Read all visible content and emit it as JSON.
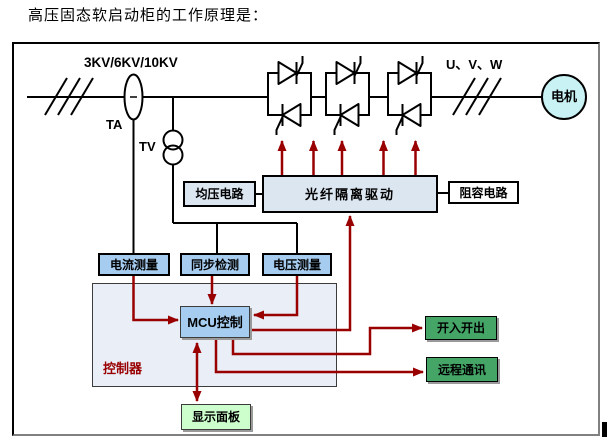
{
  "page": {
    "title": "高压固态软启动柜的工作原理是："
  },
  "diagram": {
    "labels": {
      "voltage_levels": "3KV/6KV/10KV",
      "current_transformer": "TA",
      "voltage_transformer": "TV",
      "phases": "U、V、W",
      "motor": "电机",
      "controller": "控制器"
    },
    "blocks": {
      "equalizing": "均压电路",
      "fiber_drive": "光纤隔离驱动",
      "rc_circuit": "阻容电路",
      "current_measure": "电流测量",
      "sync_detect": "同步检测",
      "voltage_measure": "电压测量",
      "mcu": "MCU控制",
      "digital_io": "开入开出",
      "remote_comm": "远程通讯",
      "display_panel": "显示面板"
    },
    "colors": {
      "arrow": "#990000",
      "line": "#000000",
      "block_blue": "#A6CDF0",
      "block_pale_blue": "#DCE6F1",
      "block_white": "#FFFFFF",
      "block_green": "#44A567",
      "block_light_green": "#CCFFCC",
      "motor_fill": "#C9F2F4",
      "controller_fill": "#E9EEF7",
      "frame_border": "#808080"
    }
  }
}
